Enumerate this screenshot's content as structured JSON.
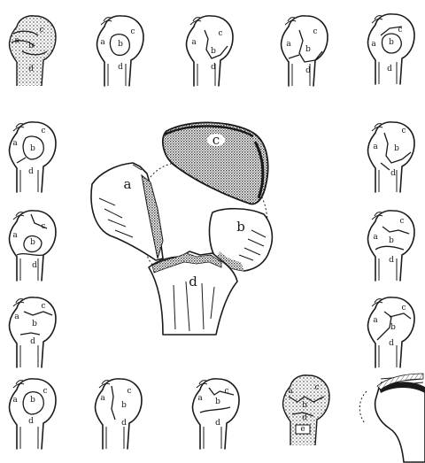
{
  "labels": {
    "a": "a",
    "b": "b",
    "c": "c",
    "d": "d",
    "e": "e"
  },
  "colors": {
    "ink": "#1a1a1a",
    "paper": "#ffffff"
  }
}
